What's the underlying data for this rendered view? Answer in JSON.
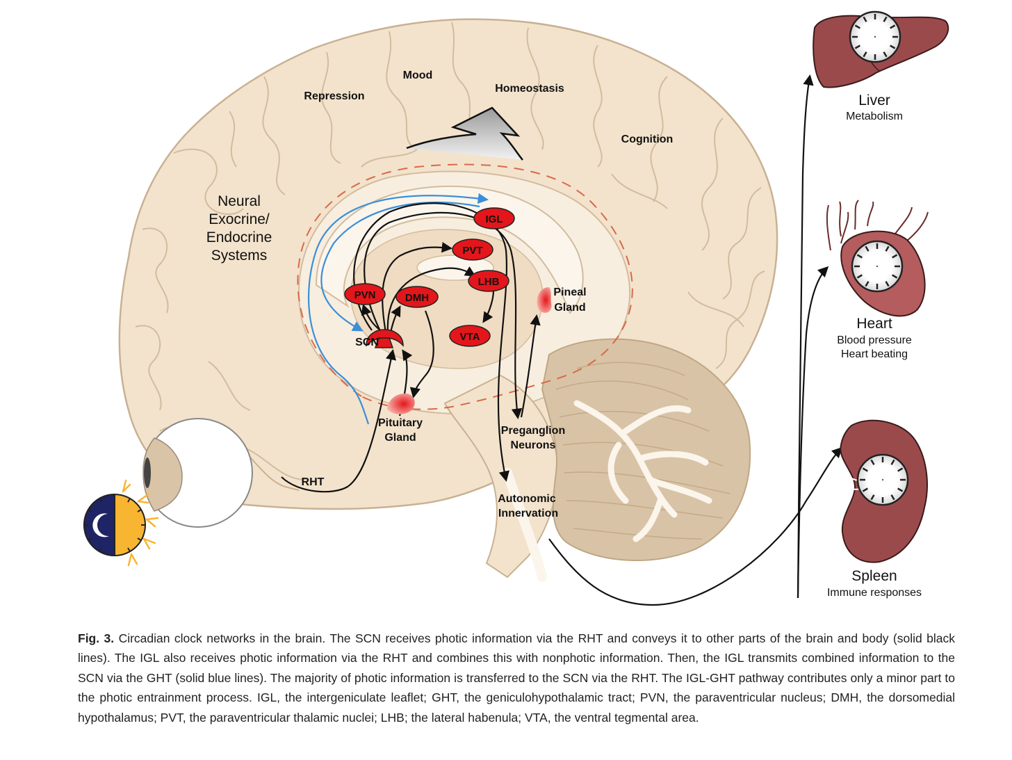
{
  "labels": {
    "mood": "Mood",
    "repression": "Repression",
    "homeostasis": "Homeostasis",
    "cognition": "Cognition",
    "neural_line1": "Neural",
    "neural_line2": "Exocrine/",
    "neural_line3": "Endocrine",
    "neural_line4": "Systems",
    "scn": "SCN",
    "pineal_line1": "Pineal",
    "pineal_line2": "Gland",
    "pituitary_line1": "Pituitary",
    "pituitary_line2": "Gland",
    "preganglion_line1": "Preganglion",
    "preganglion_line2": "Neurons",
    "autonomic_line1": "Autonomic",
    "autonomic_line2": "Innervation",
    "rht": "RHT"
  },
  "nuclei": {
    "igl": "IGL",
    "pvt": "PVT",
    "lhb": "LHB",
    "pvn": "PVN",
    "dmh": "DMH",
    "vta": "VTA"
  },
  "organs": {
    "liver": {
      "name": "Liver",
      "function": "Metabolism"
    },
    "heart": {
      "name": "Heart",
      "function_line1": "Blood pressure",
      "function_line2": "Heart beating"
    },
    "spleen": {
      "name": "Spleen",
      "function": "Immune responses"
    }
  },
  "caption": {
    "label": "Fig. 3.",
    "text": " Circadian clock networks in the brain. The SCN receives photic information via the RHT and conveys it to other parts of the brain and body (solid black lines). The IGL also receives photic information via the RHT and combines this with nonphotic information. Then, the IGL transmits combined information to the SCN via the GHT (solid blue lines). The majority of photic information is transferred to the SCN via the RHT. The IGL-GHT pathway contributes only a minor part to the photic entrainment process. IGL, the intergeniculate leaflet; GHT, the geniculohypothalamic tract; PVN, the paraventricular nucleus; DMH, the dorsomedial hypothalamus; PVT, the paraventricular thalamic nuclei; LHB; the lateral habenula; VTA, the ventral tegmental area."
  },
  "colors": {
    "brain_fill": "#f3e3cc",
    "brain_outline": "#c8b193",
    "nucleus_red": "#e3161b",
    "organ_red": "#9b4a4c",
    "ght_blue": "#3a8fd8",
    "dashed_orange": "#d9694a",
    "moon_navy": "#1f2466",
    "sun_yellow": "#f8b531"
  },
  "icons": [
    "eye-icon",
    "day-night-icon",
    "liver-icon",
    "heart-icon",
    "spleen-icon",
    "clock-icon"
  ]
}
